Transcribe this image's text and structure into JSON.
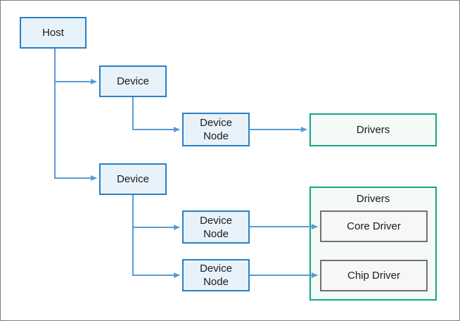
{
  "diagram": {
    "nodes": {
      "host": {
        "label": "Host"
      },
      "device_1": {
        "label": "Device"
      },
      "device_2": {
        "label": "Device"
      },
      "device_node_1": {
        "label": "Device Node"
      },
      "device_node_2": {
        "label": "Device Node"
      },
      "device_node_3": {
        "label": "Device Node"
      },
      "drivers_single": {
        "label": "Drivers"
      },
      "drivers_group": {
        "label": "Drivers"
      },
      "core_driver": {
        "label": "Core Driver"
      },
      "chip_driver": {
        "label": "Chip Driver"
      }
    },
    "edges": [
      {
        "from": "host",
        "to": "device_1"
      },
      {
        "from": "host",
        "to": "device_2"
      },
      {
        "from": "device_1",
        "to": "device_node_1"
      },
      {
        "from": "device_node_1",
        "to": "drivers_single"
      },
      {
        "from": "device_2",
        "to": "device_node_2"
      },
      {
        "from": "device_2",
        "to": "device_node_3"
      },
      {
        "from": "device_node_2",
        "to": "core_driver"
      },
      {
        "from": "device_node_3",
        "to": "chip_driver"
      }
    ],
    "colors": {
      "node_border": "#2980c4",
      "node_fill": "#e8f2fb",
      "connector": "#5b9bd5",
      "drivers_border": "#14a38a",
      "drivers_fill": "#f4faf6",
      "inner_border": "#717171",
      "inner_fill": "#f7f7f7",
      "canvas_border": "#7f7f7f",
      "text": "#1a1a1a"
    }
  }
}
